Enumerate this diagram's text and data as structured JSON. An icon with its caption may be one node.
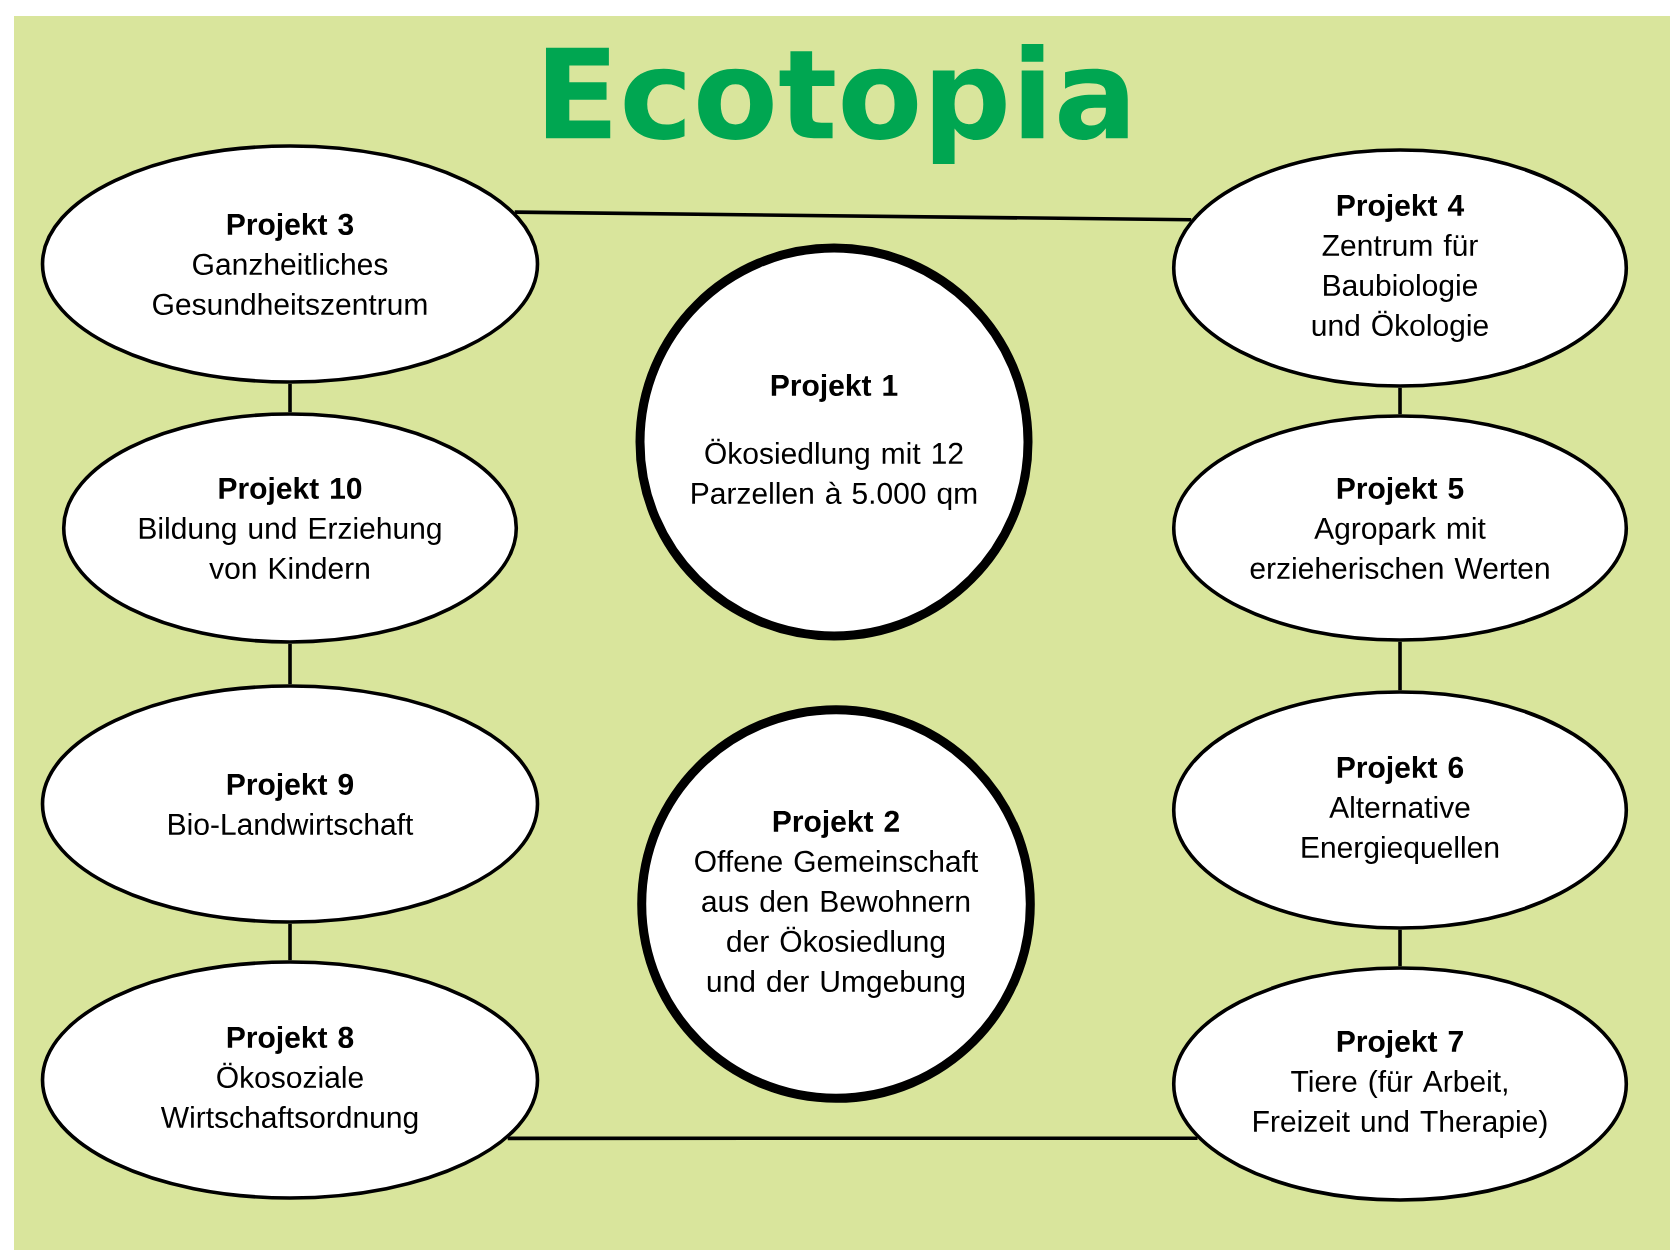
{
  "diagram": {
    "title": "Ecotopia",
    "nodes": [
      {
        "text": [
          "Projekt 3",
          "Ganzheitliches Gesundheitszentrum"
        ]
      },
      {
        "text": [
          "Projekt 4",
          "Zentrum für Baubiologie und Ökologie"
        ]
      },
      {
        "text": [
          "Projekt 1",
          "Ökosiedlung mit 12 Parzellen à 5.000 qm"
        ]
      },
      {
        "text": [
          "Projekt 10",
          "Bildung und Erziehung von Kindern"
        ]
      },
      {
        "text": [
          "Projekt 5",
          "Agropark mit erzieherischen Werten"
        ]
      },
      {
        "text": [
          "Projekt 9",
          "Bio-Landwirtschaft"
        ]
      },
      {
        "text": [
          "Projekt 2",
          "Offene Gemeinschaft aus den Bewohnern der Ökosiedlung und der Umgebung"
        ]
      },
      {
        "text": [
          "Projekt 6",
          "Alternative Energiequellen"
        ]
      },
      {
        "text": [
          "Projekt 8",
          "Ökosoziale Wirtschaftsordnung"
        ]
      },
      {
        "text": [
          "Projekt 7",
          "Tiere (für Arbeit, Freizeit und Therapie)"
        ]
      }
    ],
    "edges": [
      {
        "from": 0,
        "to": 1,
        "arrow": "none"
      },
      {
        "from": 0,
        "to": 3,
        "arrow": "none"
      },
      {
        "from": 3,
        "to": 5,
        "arrow": "none"
      },
      {
        "from": 5,
        "to": 8,
        "arrow": "none"
      },
      {
        "from": 8,
        "to": 9,
        "arrow": "none"
      },
      {
        "from": 1,
        "to": 4,
        "arrow": "none"
      },
      {
        "from": 4,
        "to": 7,
        "arrow": "none"
      },
      {
        "from": 7,
        "to": 9,
        "arrow": "none"
      }
    ]
  }
}
